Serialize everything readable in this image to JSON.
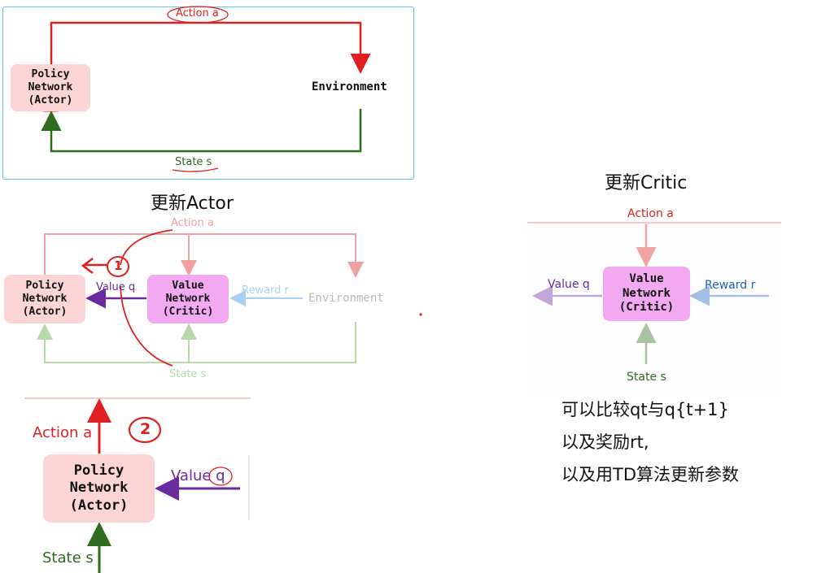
{
  "top_panel": {
    "action_label": "Action a",
    "state_label": "State s",
    "policy": "Policy\nNetwork\n(Actor)",
    "environment": "Environment"
  },
  "actor_panel": {
    "title": "更新Actor",
    "action_label": "Action a",
    "state_label": "State s",
    "value_label": "Value q",
    "reward_label": "Reward r",
    "policy": "Policy\nNetwork\n(Actor)",
    "critic": "Value\nNetwork\n(Critic)",
    "environment": "Environment",
    "step1": "1",
    "step2": "2"
  },
  "actor_zoom": {
    "action_label": "Action a",
    "value_label": "Value q",
    "state_label": "State s",
    "policy": "Policy\nNetwork\n(Actor)"
  },
  "critic_panel": {
    "title": "更新Critic",
    "action_label": "Action a",
    "value_label": "Value q",
    "reward_label": "Reward r",
    "state_label": "State s",
    "critic": "Value\nNetwork\n(Critic)",
    "note_lines": [
      "可以比较qt与q{t+1}",
      "以及奖励rt,",
      "以及用TD算法更新参数"
    ]
  },
  "colors": {
    "action": "#e02020",
    "state": "#2e6b1f",
    "value": "#6a2aa0",
    "reward": "#1f5fbf",
    "panel_border": "#5fc6e8"
  }
}
